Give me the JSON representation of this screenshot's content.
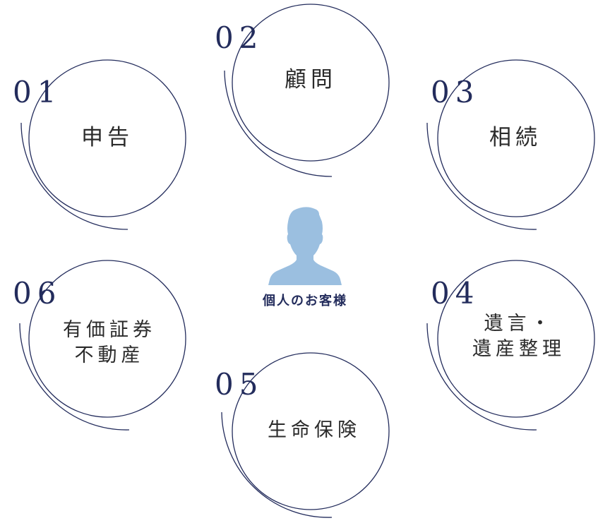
{
  "center": {
    "icon": "person-silhouette-icon",
    "label": "個人のお客様"
  },
  "items": [
    {
      "number": "01",
      "lines": [
        "申告"
      ]
    },
    {
      "number": "02",
      "lines": [
        "顧問"
      ]
    },
    {
      "number": "03",
      "lines": [
        "相続"
      ]
    },
    {
      "number": "04",
      "lines": [
        "遺言・",
        "遺産整理"
      ]
    },
    {
      "number": "05",
      "lines": [
        "生命保険"
      ]
    },
    {
      "number": "06",
      "lines": [
        "有価証券",
        "不動産"
      ]
    }
  ],
  "colors": {
    "navy": "#232c5c",
    "person": "#9bbfe0",
    "text": "#2b2b2b"
  }
}
